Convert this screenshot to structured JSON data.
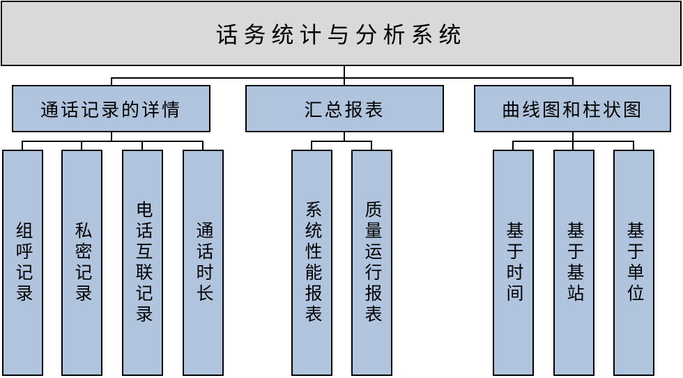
{
  "diagram": {
    "title": "话务统计与分析系统",
    "branches": [
      {
        "label": "通话记录的详情",
        "children": [
          "组呼记录",
          "私密记录",
          "电话互联记录",
          "通话时长"
        ]
      },
      {
        "label": "汇总报表",
        "children": [
          "系统性能报表",
          "质量运行报表"
        ]
      },
      {
        "label": "曲线图和柱状图",
        "children": [
          "基于时间",
          "基于基站",
          "基于单位"
        ]
      }
    ]
  },
  "colors": {
    "root_fill": "#D9D9D9",
    "node_fill": "#B0C4DE",
    "border": "#000000",
    "connector": "#000000",
    "text": "#000000"
  }
}
